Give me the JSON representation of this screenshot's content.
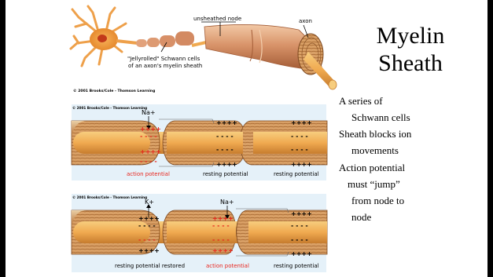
{
  "slide": {
    "title_line1": "Myelin",
    "title_line2": "Sheath",
    "bullets": [
      {
        "line1": "A series of",
        "line2": "Schwann cells"
      },
      {
        "line1": "Sheath blocks ion",
        "line2": "movements"
      },
      {
        "line1": "Action potential",
        "line2": "must “jump”",
        "line3": "from node to",
        "line4": "node"
      }
    ]
  },
  "neuron_figure": {
    "label_unsheathed_node": "unsheathed node",
    "label_axon": "axon",
    "label_schwann_line1": "\"Jellyrolled\" Schwann cells",
    "label_schwann_line2": "of an axon's myelin sheath",
    "copyright": "© 2001 Brooks/Cole - Thomson Learning"
  },
  "panel_top": {
    "copyright": "© 2001 Brooks/Cole - Thomson Learning",
    "ion_label": "Na+",
    "charge_positive": "++++",
    "charge_negative": "- - - -",
    "caption_left": "action potential",
    "caption_middle": "resting potential",
    "caption_right": "resting potential"
  },
  "panel_bottom": {
    "copyright": "© 2001 Brooks/Cole - Thomson Learning",
    "ion_label_left": "K+",
    "ion_label_right": "Na+",
    "charge_positive": "++++",
    "charge_negative": "- - - -",
    "caption_left": "resting potential restored",
    "caption_middle": "action potential",
    "caption_right": "resting potential"
  },
  "colors": {
    "red": "#e8241c",
    "myelin": "#d79b62",
    "axon": "#f2b25a",
    "panel_bg": "#e5f1f9"
  }
}
